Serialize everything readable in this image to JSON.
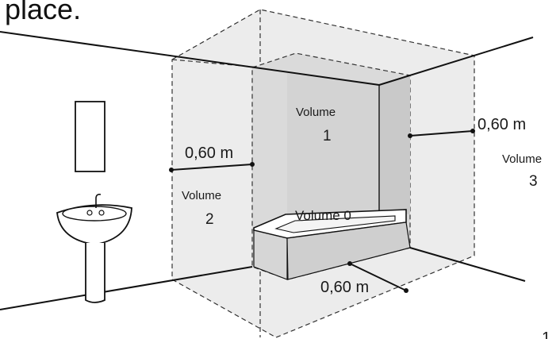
{
  "heading_fragment": "place.",
  "zones": {
    "volume_0": {
      "label": "Volume 0"
    },
    "volume_1": {
      "label": "Volume",
      "number": "1"
    },
    "volume_2": {
      "label": "Volume",
      "number": "2"
    },
    "volume_3": {
      "label": "Volume",
      "number": "3"
    }
  },
  "measurements": {
    "left": "0,60 m",
    "right": "0,60 m",
    "floor": "0,60 m"
  },
  "page_number_fragment": "1",
  "colors": {
    "zone_fill_outer": "#ebebeb",
    "zone_fill_inner": "#dcdcdc",
    "line": "#111111",
    "text": "#1a1a1a"
  }
}
